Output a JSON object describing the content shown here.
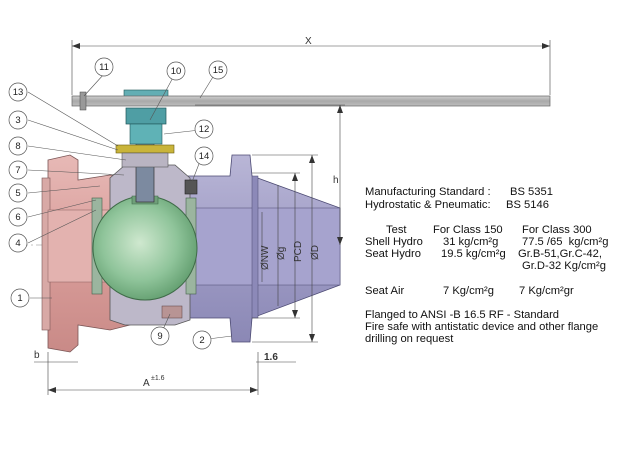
{
  "callouts": [
    "1",
    "2",
    "3",
    "4",
    "5",
    "6",
    "7",
    "8",
    "9",
    "10",
    "11",
    "12",
    "13",
    "14",
    "15"
  ],
  "dimensions": {
    "x": "X",
    "h": "h",
    "b": "b",
    "a": "A",
    "a_tol": "±1.6",
    "pcd": "PCD",
    "nw": "ØNW",
    "g": "Øg",
    "d": "ØD",
    "raised_face": "1.6"
  },
  "specs": {
    "mfg_label": "Manufacturing Standard :",
    "mfg_value": "BS 5351",
    "hydro_label": "Hydrostatic & Pneumatic:",
    "hydro_value": "BS 5146",
    "col_test": "Test",
    "col_150": "For Class 150",
    "col_300": "For Class 300",
    "shell_label": "Shell Hydro",
    "shell_150": "31 kg/cm²g",
    "shell_300": "77.5 /65  kg/cm²g",
    "seat_label": "Seat Hydro",
    "seat_150": "19.5 kg/cm²g",
    "seat_300_a": "Gr.B-51,Gr.C-42,",
    "seat_300_b": "Gr.D-32 Kg/cm²g",
    "air_label": "Seat Air",
    "air_150": "7 Kg/cm²g",
    "air_300": "7 Kg/cm²gr",
    "flange": "Flanged to ANSI -B 16.5 RF - Standard",
    "fire1": "Fire safe with antistatic device and other flange",
    "fire2": "drilling on request"
  }
}
